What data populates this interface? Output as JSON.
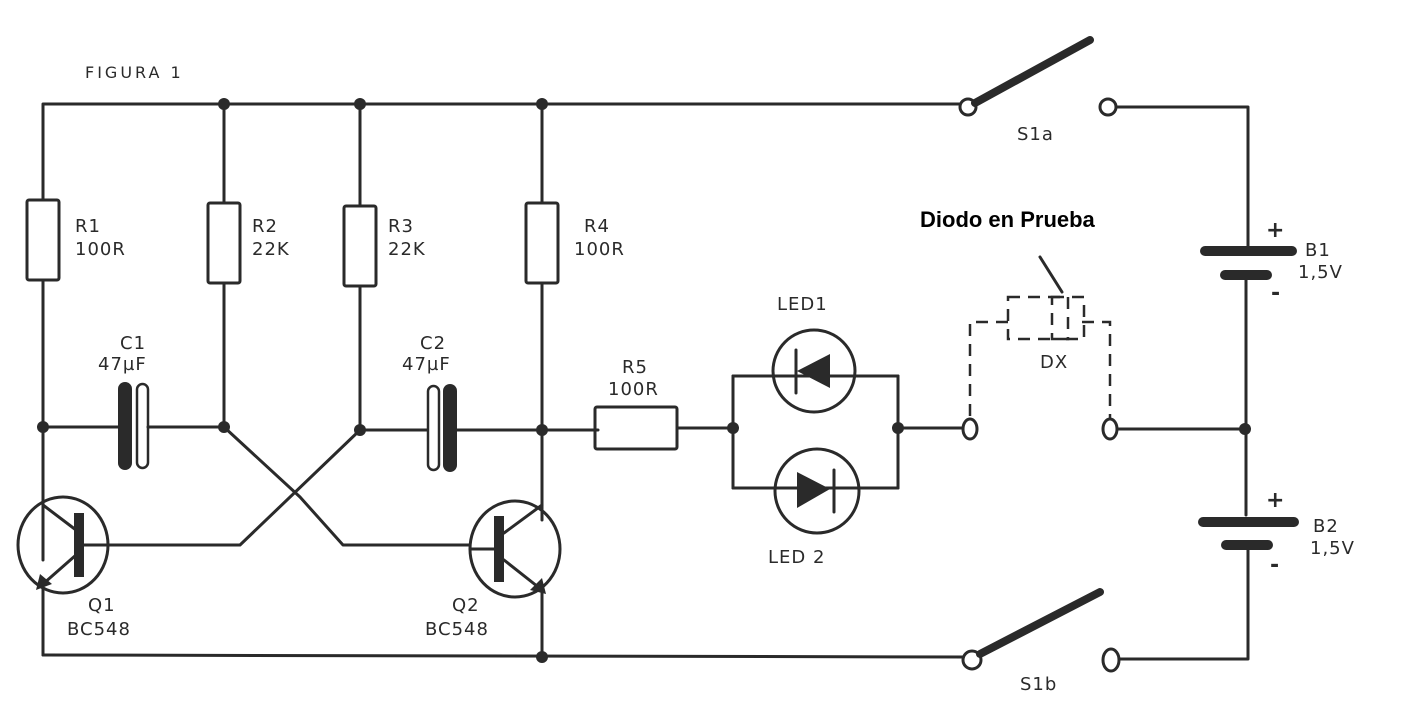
{
  "figure_label": "FIGURA 1",
  "annotation": "Diodo en Prueba",
  "components": {
    "R1": {
      "name": "R1",
      "value": "100R"
    },
    "R2": {
      "name": "R2",
      "value": "22K"
    },
    "R3": {
      "name": "R3",
      "value": "22K"
    },
    "R4": {
      "name": "R4",
      "value": "100R"
    },
    "R5": {
      "name": "R5",
      "value": "100R"
    },
    "C1": {
      "name": "C1",
      "value": "47µF"
    },
    "C2": {
      "name": "C2",
      "value": "47µF"
    },
    "Q1": {
      "name": "Q1",
      "value": "BC548"
    },
    "Q2": {
      "name": "Q2",
      "value": "BC548"
    },
    "LED1": {
      "name": "LED1"
    },
    "LED2": {
      "name": "LED 2"
    },
    "DX": {
      "name": "DX"
    },
    "B1": {
      "name": "B1",
      "value": "1,5V"
    },
    "B2": {
      "name": "B2",
      "value": "1,5V"
    },
    "S1a": {
      "name": "S1a"
    },
    "S1b": {
      "name": "S1b"
    }
  },
  "polarity": {
    "plus": "+",
    "minus": "-"
  }
}
